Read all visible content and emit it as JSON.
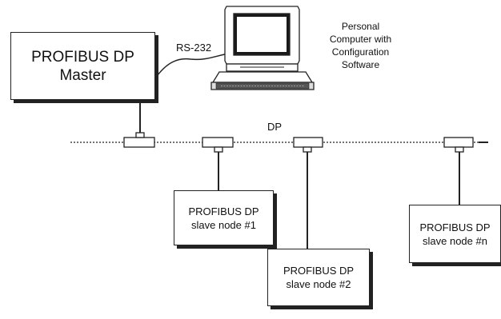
{
  "master": {
    "line1": "PROFIBUS DP",
    "line2": "Master"
  },
  "link_label": "RS-232",
  "pc": {
    "lines": [
      "Personal",
      "Computer with",
      "Configuration",
      "Software"
    ]
  },
  "bus_label": "DP",
  "slaves": [
    {
      "line1": "PROFIBUS DP",
      "line2": "slave node #1"
    },
    {
      "line1": "PROFIBUS DP",
      "line2": "slave node #2"
    },
    {
      "line1": "PROFIBUS DP",
      "line2": "slave node #n"
    }
  ],
  "icons": {
    "computer": "computer-icon",
    "connector": "t-connector-icon"
  }
}
